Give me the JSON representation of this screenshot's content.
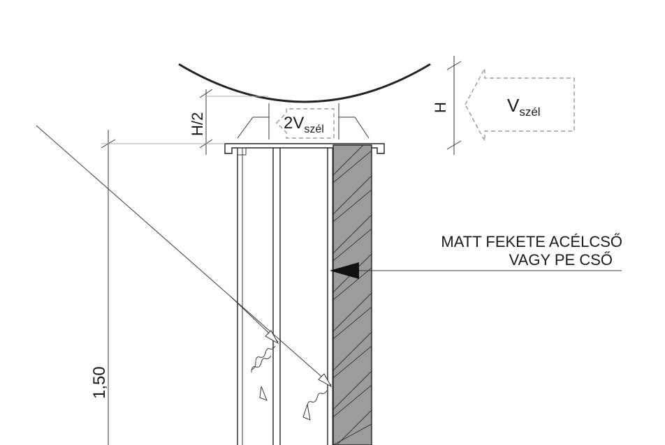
{
  "labels": {
    "h_half": "H/2",
    "h": "H",
    "v_szel_main": "V",
    "v_szel_sub": "szél",
    "two_v_main": "2V",
    "two_v_sub": "szél",
    "material_line1": "MATT FEKETE ACÉLCSŐ",
    "material_line2": "VAGY PE CSŐ",
    "height_dim": "1,50"
  },
  "colors": {
    "hatch_fill": "#9c9c9c",
    "line": "#222222"
  }
}
